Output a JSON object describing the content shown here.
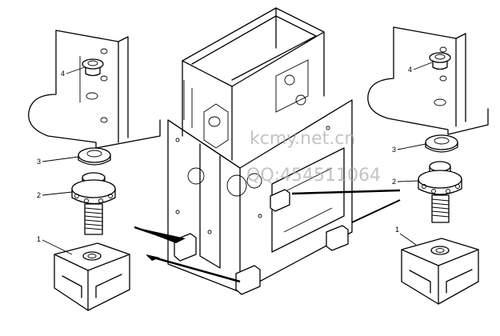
{
  "callouts": {
    "left": [
      "4",
      "3",
      "2",
      "1"
    ],
    "right": [
      "4",
      "3",
      "2",
      "1"
    ]
  },
  "watermark": {
    "site": "kcmy.net.cn",
    "qq": "QQ:454511064"
  },
  "colors": {
    "line": "#000000",
    "background": "#ffffff",
    "watermark": "#b0b0b0"
  }
}
